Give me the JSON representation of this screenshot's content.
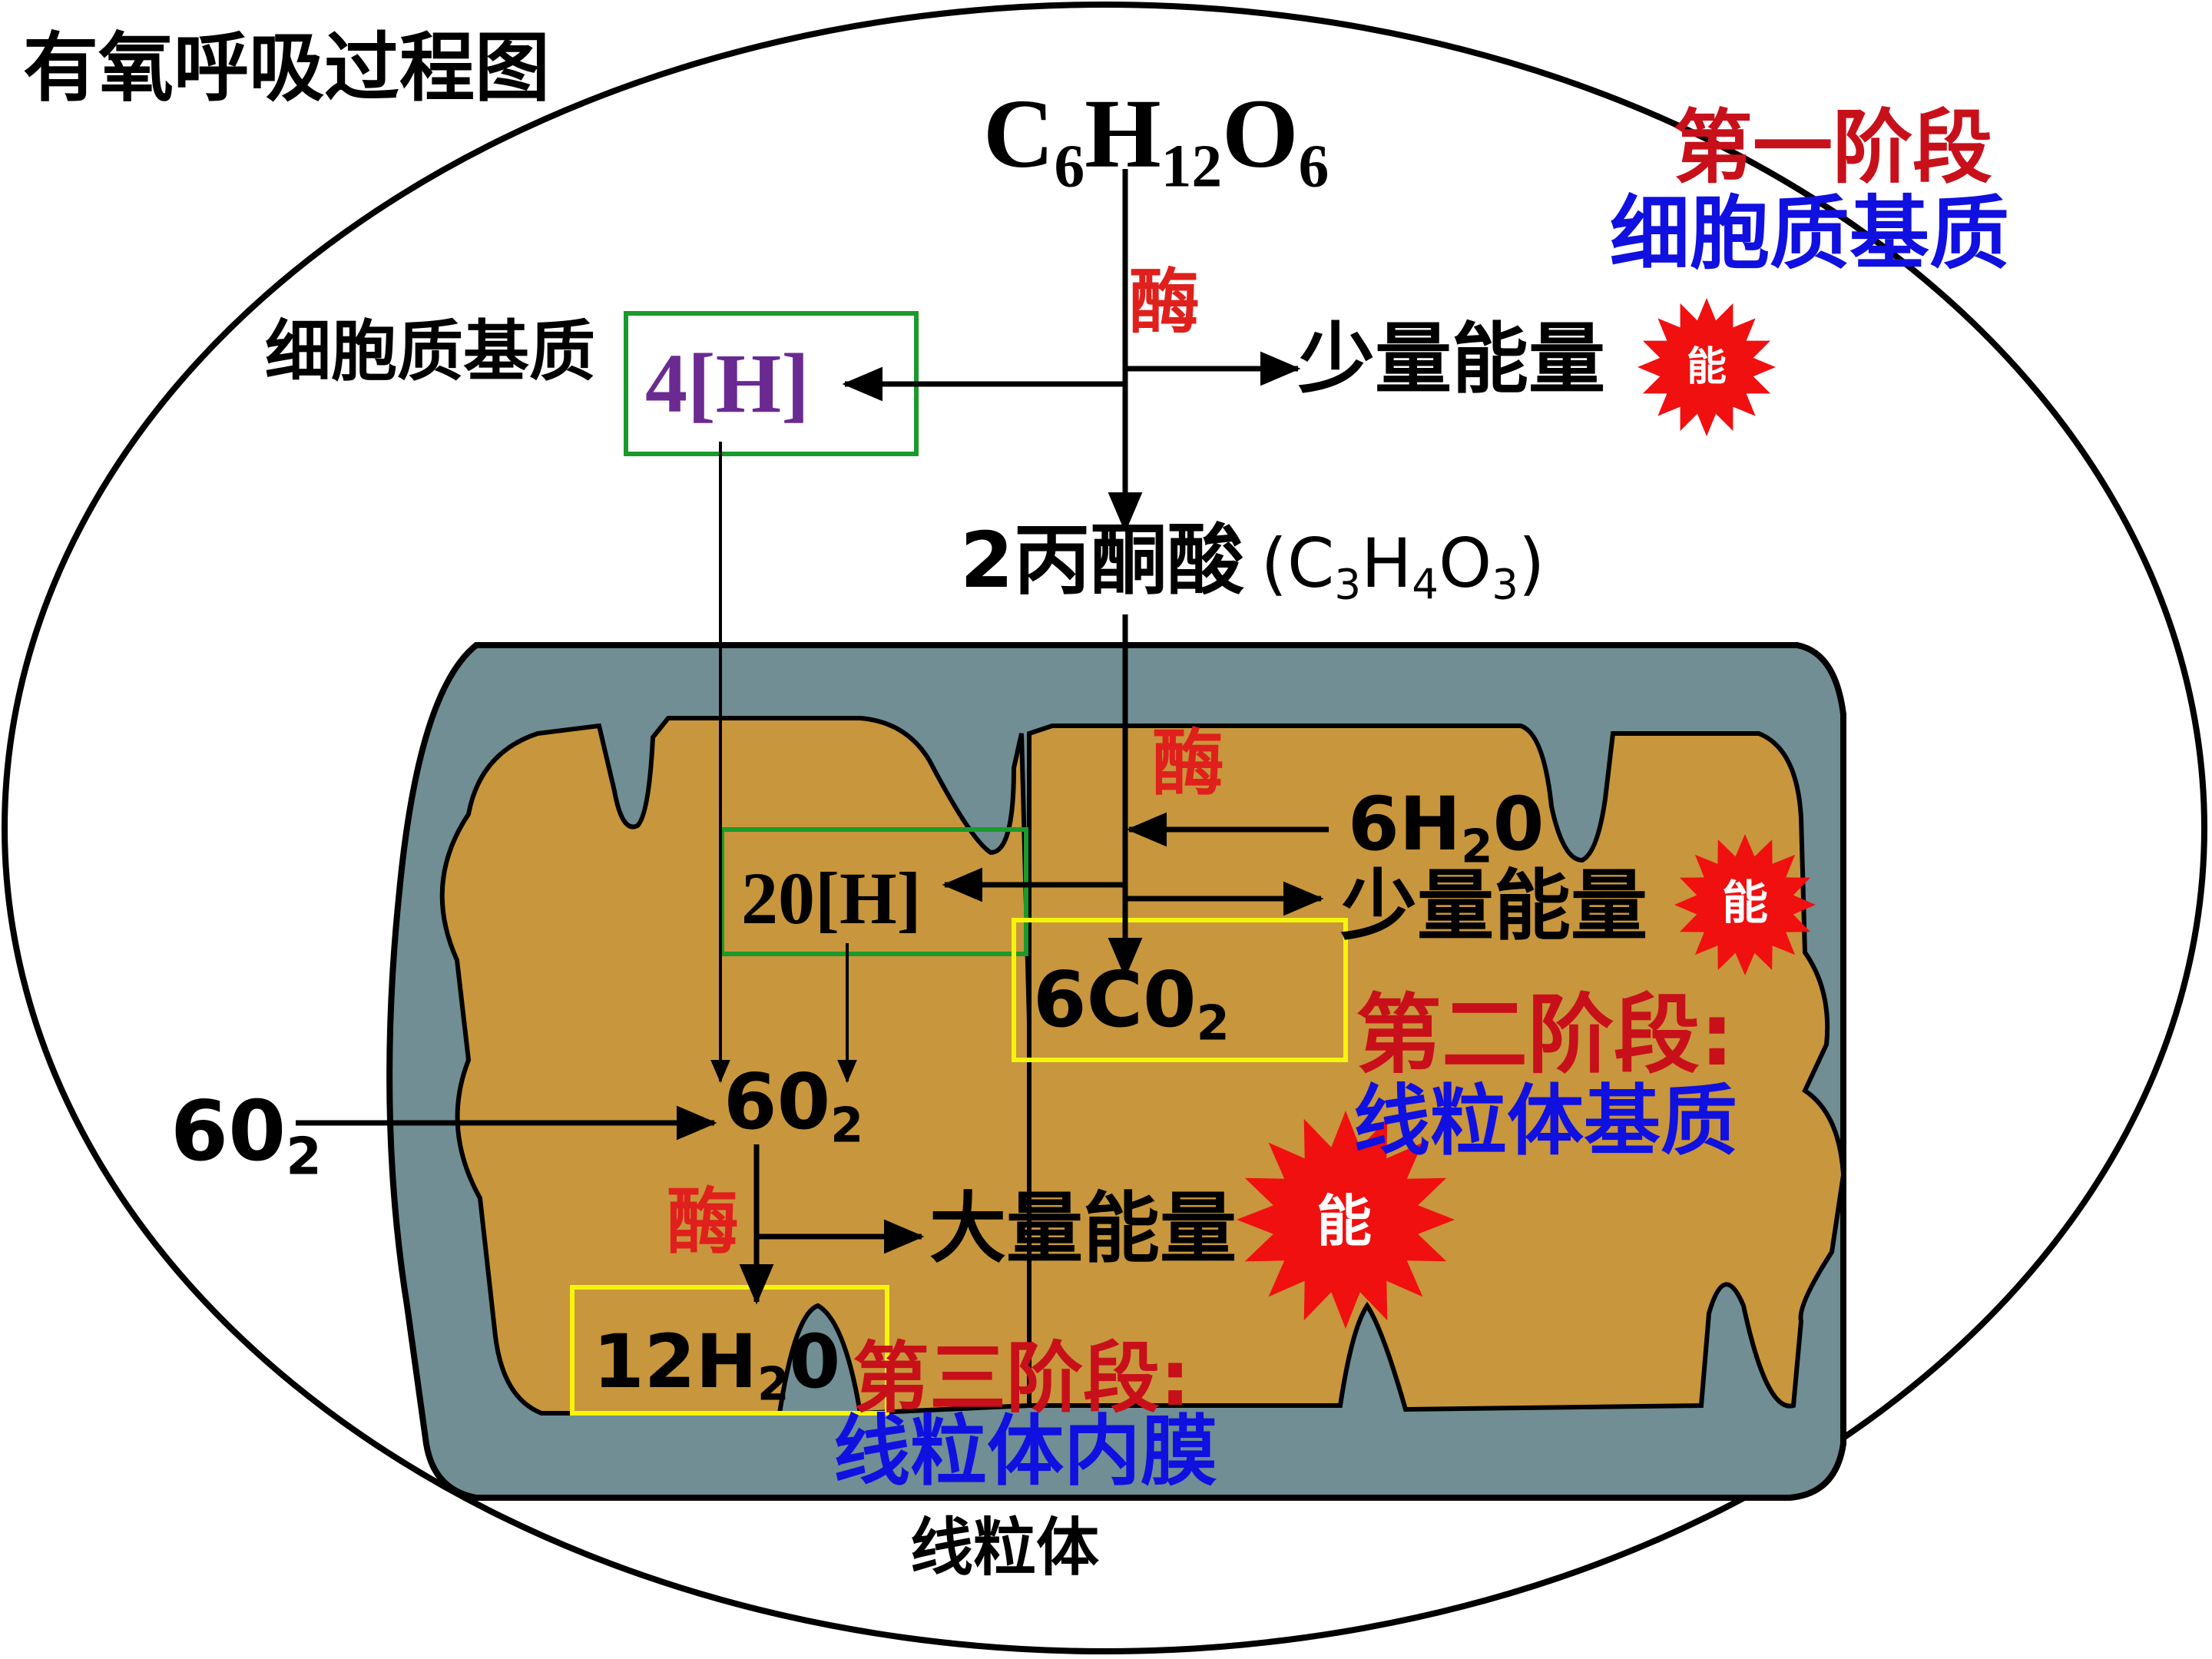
{
  "title": "有氧呼吸过程图",
  "glucose": {
    "c": "C",
    "c_n": "6",
    "h": "H",
    "h_n": "12",
    "o": "O",
    "o_n": "6"
  },
  "stage1": {
    "title": "第一阶段",
    "location": "细胞质基质",
    "site_label": "细胞质基质",
    "enzyme": "酶",
    "hydrogen": "4[H]",
    "energy": "少量能量",
    "energy_icon": "能",
    "pyruvate_prefix": "2丙酮酸",
    "pyruvate_formula": {
      "open": "(C",
      "c_n": "3",
      "h": "H",
      "h_n": "4",
      "o": "O",
      "o_n": "3",
      "close": ")"
    }
  },
  "stage2": {
    "title": "第二阶段:",
    "location": "线粒体基质",
    "enzyme": "酶",
    "water_in": {
      "coef": "6H",
      "n": "2",
      "end": "0"
    },
    "hydrogen": "20[H]",
    "energy": "少量能量",
    "energy_icon": "能",
    "co2": {
      "main": "6C0",
      "n": "2"
    }
  },
  "stage3": {
    "title": "第三阶段:",
    "location": "线粒体内膜",
    "enzyme": "酶",
    "o2_outside": {
      "main": "60",
      "n": "2"
    },
    "o2_inside": {
      "main": "60",
      "n": "2"
    },
    "energy": "大量能量",
    "energy_icon": "能",
    "water_out": {
      "coef": "12H",
      "n": "2",
      "end": "0"
    }
  },
  "mitochondrion_label": "线粒体",
  "colors": {
    "red": "#e0201c",
    "dark_red": "#c8101a",
    "blue": "#1010e0",
    "purple": "#6a2a92",
    "green_box": "#1a9a2a",
    "yellow_box": "#f5f50a",
    "membrane": "#708e94",
    "matrix": "#c8963c",
    "star": "#f01010"
  }
}
